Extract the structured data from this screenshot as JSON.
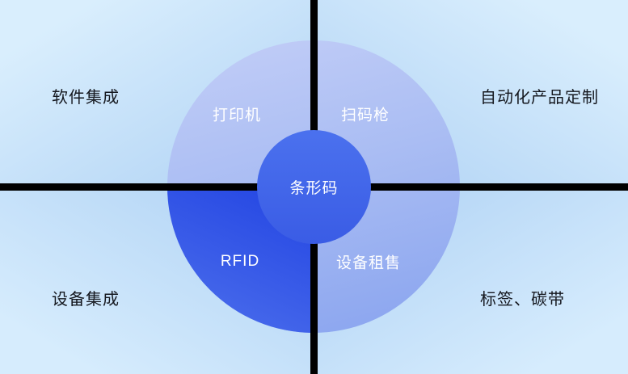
{
  "center": {
    "label": "条形码"
  },
  "circle_segments": {
    "top_left": {
      "label": "打印机"
    },
    "top_right": {
      "label": "扫码枪"
    },
    "bottom_left": {
      "label": "RFID"
    },
    "bottom_right": {
      "label": "设备租售"
    }
  },
  "corner_labels": {
    "top_left": {
      "label": "软件集成"
    },
    "top_right": {
      "label": "自动化产品定制"
    },
    "bottom_left": {
      "label": "设备集成"
    },
    "bottom_right": {
      "label": "标签、碳带"
    }
  },
  "colors": {
    "background_outer": "#d9eefd",
    "background_inner": "#aed1f4",
    "circle_top": "#c3cef7",
    "circle_bottom": "#88a3ef",
    "rfid_segment": "#2244e2",
    "center_circle": "#3a5ce5",
    "divider": "#000000",
    "corner_text": "#15181f",
    "circle_text": "#ffffff"
  }
}
